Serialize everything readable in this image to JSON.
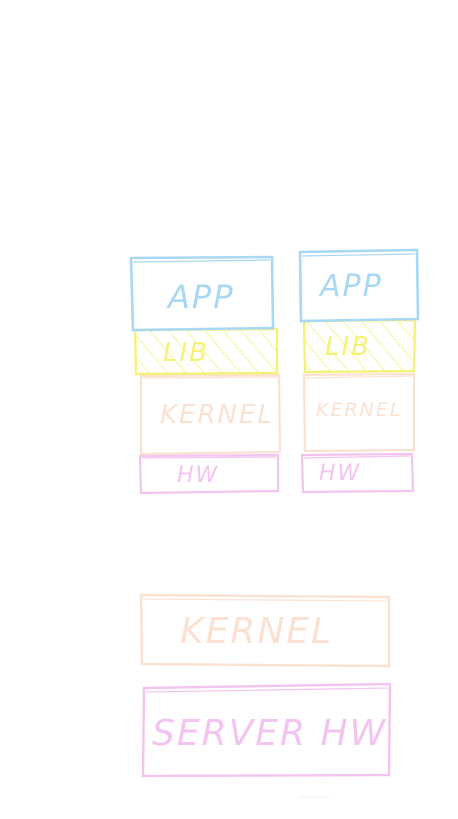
{
  "colors": {
    "app": "#a9d8f4",
    "lib": "#f5f27a",
    "kernel": "#fbe1d2",
    "hw": "#f3c4ef"
  },
  "left_stack": {
    "app": "APP",
    "lib": "LIB",
    "kernel": "KERNEL",
    "hw": "HW"
  },
  "right_stack": {
    "app": "APP",
    "lib": "LIB",
    "kernel": "KERNEL",
    "hw": "HW"
  },
  "bottom_stack": {
    "kernel": "KERNEL",
    "server_hw": "SERVER HW"
  }
}
